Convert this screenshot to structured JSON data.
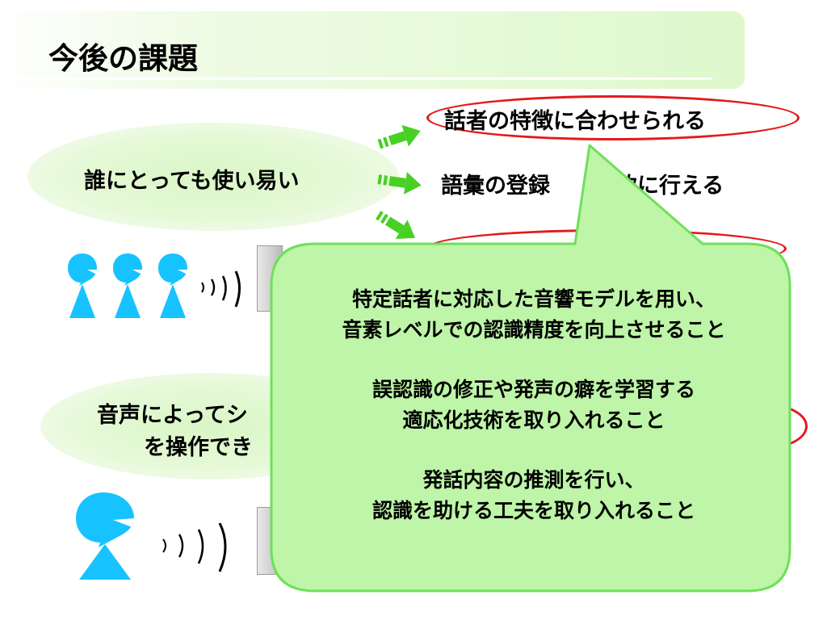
{
  "title": "今後の課題",
  "clouds": {
    "top": "誰にとっても使い易い",
    "bottom_line1": "音声によってシ",
    "bottom_line2": "を操作でき"
  },
  "features": [
    "話者の特徴に合わせられる",
    "語彙の登録",
    "軟に行える"
  ],
  "callout": {
    "p1_line1": "特定話者に対応した音響モデルを用い、",
    "p1_line2": "音素レベルでの認識精度を向上させること",
    "p2_line1": "誤認識の修正や発声の癖を学習する",
    "p2_line2": "適応化技術を取り入れること",
    "p3_line1": "発話内容の推測を行い、",
    "p3_line2": "認識を助ける工夫を取り入れること"
  },
  "colors": {
    "accent_green": "#6ee05a",
    "callout_fill": "#bef5a8",
    "person": "#16c3ff",
    "highlight_red": "#e21a1a"
  },
  "icons": [
    "person-icon",
    "sound-wave-icon",
    "server-icon",
    "arrow-icon"
  ]
}
